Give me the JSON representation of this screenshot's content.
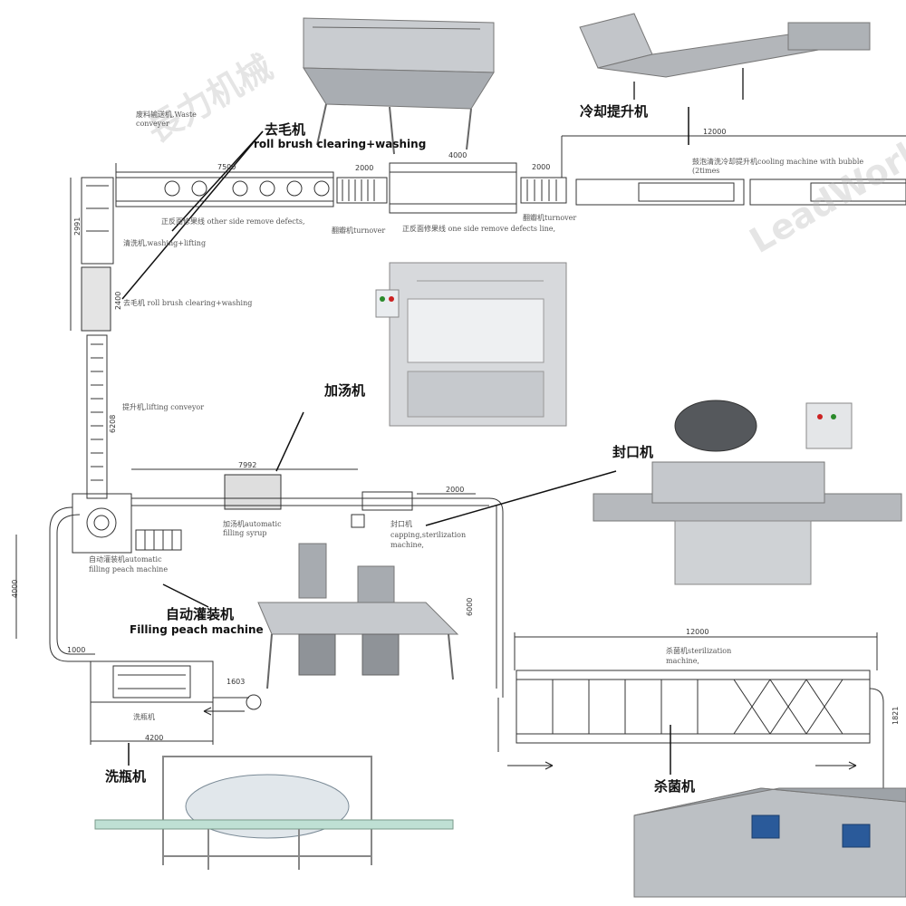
{
  "watermarks": [
    "長力机械",
    "LeadWorld"
  ],
  "titles": {
    "brush_cn": "去毛机",
    "brush_en": "roll brush clearing+washing",
    "cooling_cn": "冷却提升机",
    "syrup_cn": "加汤机",
    "capping_cn": "封口机",
    "filling_cn": "自动灌装机",
    "filling_en": "Filling peach machine",
    "bottle_cn": "洗瓶机",
    "steril_cn": "杀菌机"
  },
  "labels": {
    "waste": "废料输送机,Waste",
    "waste2": "conveyer",
    "cooling1": "鼓泡清洗冷却提升机cooling machine with bubble",
    "cooling2": "(2times",
    "other_side": "正反面修果线 other side remove defects,",
    "turnover1": "翻瓣机turnover",
    "one_side": "正反面修果线 one side remove defects line,",
    "turnover2": "翻瓣机turnover",
    "washing_lifting": "清洗机,washing+lifting",
    "brush_clear": "去毛机 roll brush clearing+washing",
    "lifting": "提升机,lifting conveyor",
    "syrup1": "加汤机automatic",
    "syrup2": "filling syrup",
    "capping1": "封口机",
    "capping2": "capping,sterilization",
    "capping3": "machine,",
    "filler1": "自动灌装机automatic",
    "filler2": "filling peach machine",
    "bottle": "洗瓶机",
    "steril1": "杀菌机sterilization",
    "steril2": "machine,"
  },
  "dims": {
    "d7500": "7500",
    "d2000a": "2000",
    "d4000": "4000",
    "d2000b": "2000",
    "d12000": "12000",
    "d2991": "2991",
    "d2400": "2400",
    "d6208": "6208",
    "d7992": "7992",
    "d2000c": "2000",
    "d4000v": "4000",
    "d1000": "1000",
    "d1603": "1603",
    "d4200": "4200",
    "d6000": "6000",
    "d12000b": "12000",
    "d1821": "1821"
  },
  "colors": {
    "line": "#333333",
    "steel": "#b9bcbf",
    "steel_dark": "#7c7f83",
    "blue": "#2a5a9a"
  }
}
